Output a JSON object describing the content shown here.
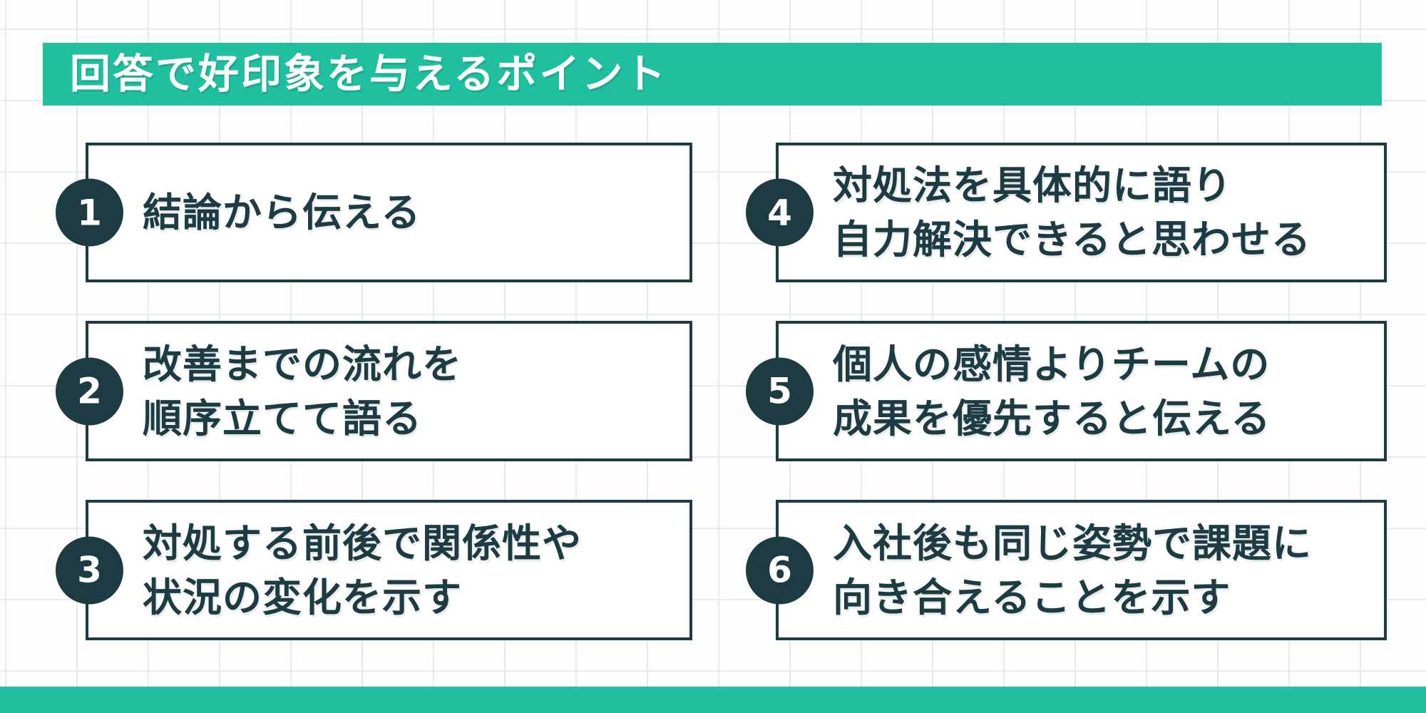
{
  "page": {
    "background_color": "#fdfdfd",
    "grid_line_color": "#e6e9e9",
    "accent_color": "#1fbfa0",
    "dark_color": "#1c3b42"
  },
  "header": {
    "title": "回答で好印象を与えるポイント"
  },
  "points": [
    {
      "number": "1",
      "lines": [
        "結論から伝える"
      ]
    },
    {
      "number": "2",
      "lines": [
        "改善までの流れを",
        "順序立てて語る"
      ]
    },
    {
      "number": "3",
      "lines": [
        "対処する前後で関係性や",
        "状況の変化を示す"
      ]
    },
    {
      "number": "4",
      "lines": [
        "対処法を具体的に語り",
        "自力解決できると思わせる"
      ]
    },
    {
      "number": "5",
      "lines": [
        "個人の感情よりチームの",
        "成果を優先すると伝える"
      ]
    },
    {
      "number": "6",
      "lines": [
        "入社後も同じ姿勢で課題に",
        "向き合えることを示す"
      ]
    }
  ]
}
